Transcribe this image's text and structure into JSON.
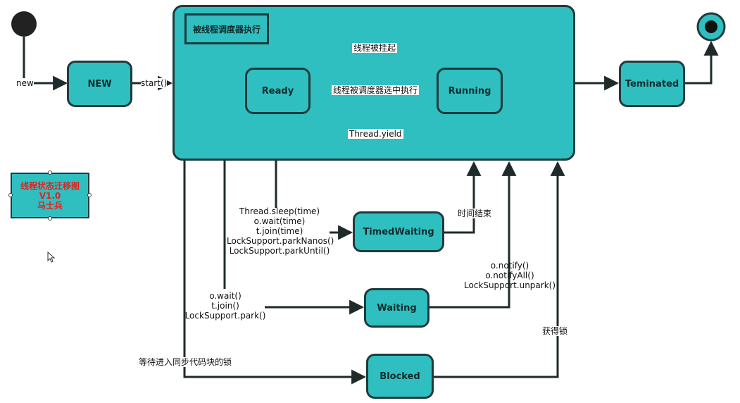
{
  "colors": {
    "state_fill": "#2fbfc1",
    "border": "#1f3b3b",
    "legend_text": "#e8201c"
  },
  "container": {
    "title": "被线程调度器执行"
  },
  "states": {
    "new": "NEW",
    "ready": "Ready",
    "running": "Running",
    "terminated": "Teminated",
    "timed_waiting": "TimedWaiting",
    "waiting": "Waiting",
    "blocked": "Blocked"
  },
  "transitions": {
    "new_label": "new",
    "start": "start()",
    "suspended": "线程被挂起",
    "selected": "线程被调度器选中执行",
    "yield": "Thread.yield",
    "timed_wait_calls": [
      "Thread.sleep(time)",
      "o.wait(time)",
      "t.join(time)",
      "LockSupport.parkNanos()",
      "LockSupport.parkUntil()"
    ],
    "time_end": "时间结束",
    "notify_calls": [
      "o.notify()",
      "o.notifyAll()",
      "LockSupport.unpark()"
    ],
    "wait_calls": [
      "o.wait()",
      "t.join()",
      "LockSupport.park()"
    ],
    "acquire_lock": "获得锁",
    "wait_sync_lock": "等待进入同步代码块的锁"
  },
  "legend": {
    "lines": [
      "线程状态迁移图",
      "V1.0",
      "马士兵"
    ]
  }
}
